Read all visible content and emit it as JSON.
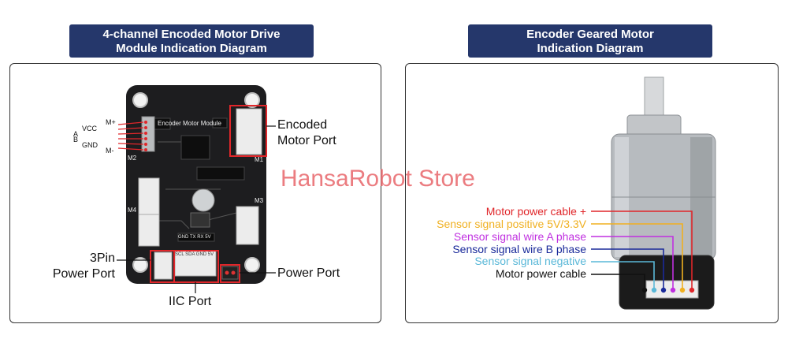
{
  "left_panel": {
    "title_line1": "4-channel Encoded Motor Drive",
    "title_line2": "Module Indication Diagram",
    "board_label": "Encoder Motor Module",
    "pin_labels": [
      "M+",
      "VCC",
      "A",
      "B",
      "GND",
      "M-"
    ],
    "port_labels": [
      "M2",
      "M1",
      "M4",
      "M3"
    ],
    "header_labels": [
      "GND TX RX 5V",
      "SCL SDA GND 5V"
    ],
    "callouts": {
      "encoded_line1": "Encoded",
      "encoded_line2": "Motor Port",
      "pin3_line1": "3Pin",
      "pin3_line2": "Power Port",
      "power_port": "Power Port",
      "iic_port": "IIC Port"
    }
  },
  "right_panel": {
    "title_line1": "Encoder Geared Motor",
    "title_line2": "Indication Diagram",
    "wires": [
      {
        "label": "Motor power cable +",
        "color": "#e0262a"
      },
      {
        "label": "Sensor signal positive 5V/3.3V",
        "color": "#f0b020"
      },
      {
        "label": "Sensor signal wire A phase",
        "color": "#c030e0"
      },
      {
        "label": "Sensor signal wire B phase",
        "color": "#1a2a9a"
      },
      {
        "label": "Sensor signal negative",
        "color": "#5ab8d8"
      },
      {
        "label": "Motor power cable",
        "color": "#111111"
      }
    ]
  },
  "watermark": "HansaRobot Store"
}
